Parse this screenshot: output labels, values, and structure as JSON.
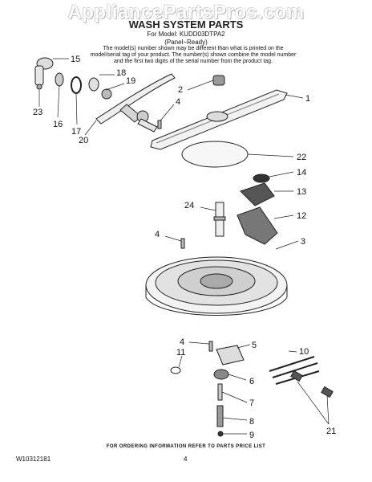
{
  "watermark": "AppliancePartsPros.com",
  "title": "WASH SYSTEM PARTS",
  "model_line": "For Model: KUDD03DTPA2",
  "variant": "(Panel−Ready)",
  "note": "The model(s) number shown may be different than what is printed on the model/serial tag of your product. The number(s) shown combine the model number and the first two digits of the serial number from the product tag.",
  "footer": {
    "ordering": "FOR ORDERING INFORMATION REFER TO PARTS PRICE LIST",
    "doc_code": "W10312181",
    "page": "4"
  },
  "callouts": [
    "15",
    "18",
    "19",
    "23",
    "16",
    "17",
    "20",
    "2",
    "4",
    "1",
    "22",
    "14",
    "13",
    "24",
    "12",
    "4",
    "3",
    "4",
    "11",
    "5",
    "10",
    "6",
    "7",
    "8",
    "9",
    "21"
  ]
}
